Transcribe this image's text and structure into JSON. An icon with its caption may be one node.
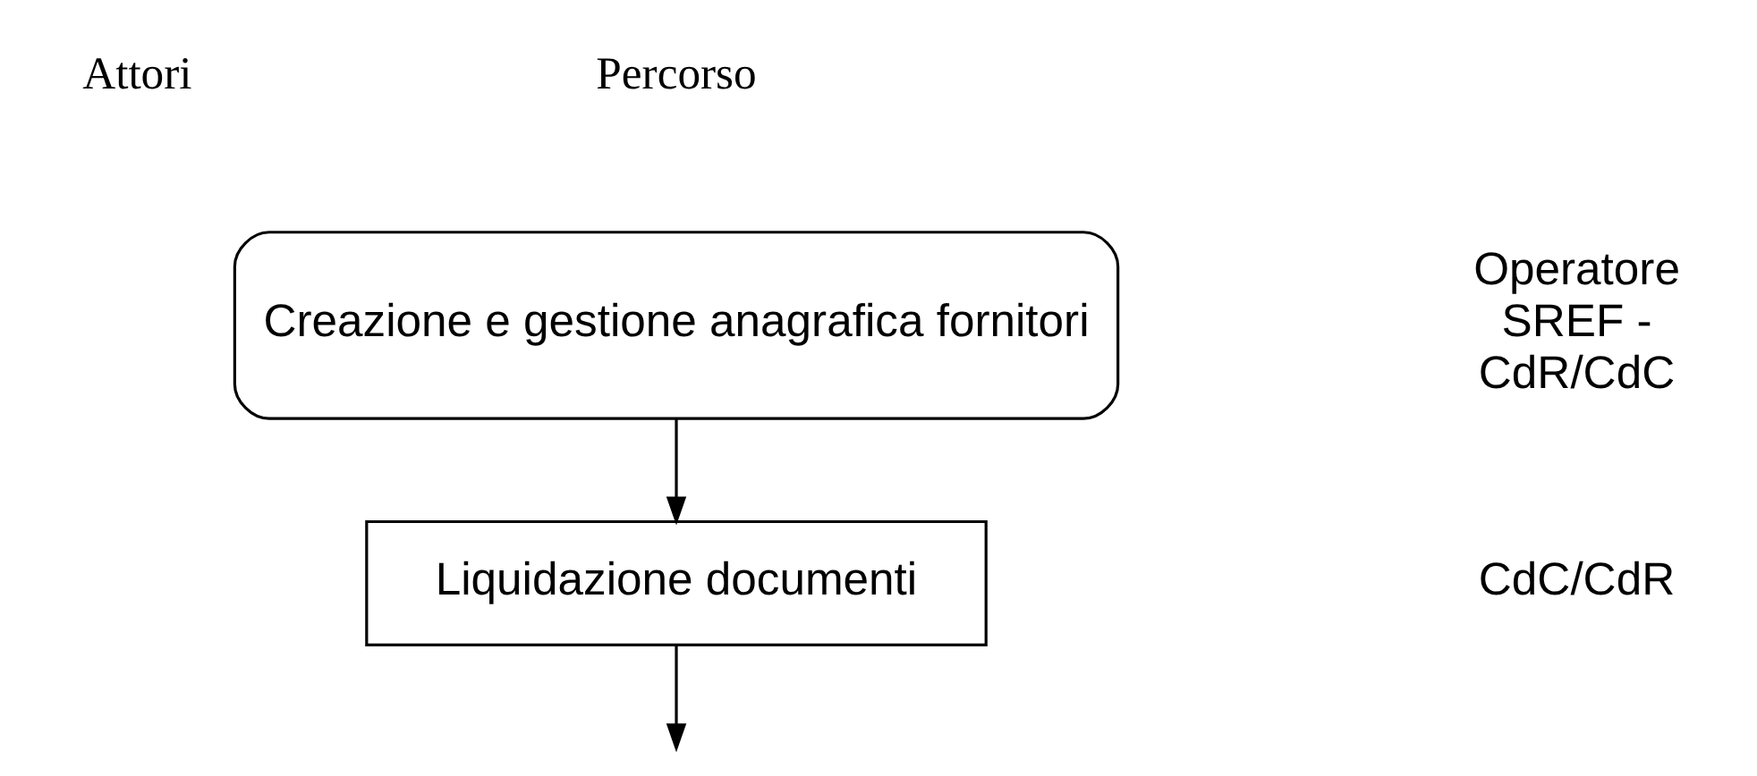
{
  "diagram": {
    "nodes": [
      {
        "text": [
          "Creazione e gestione anagrafica fornitori"
        ]
      },
      {
        "text": [
          "Liquidazione documenti"
        ]
      }
    ],
    "edges": [
      {
        "from": 0,
        "to": 1,
        "arrow": "to"
      },
      {
        "from": 1,
        "to": null,
        "arrow": "to"
      }
    ],
    "labels": [
      "Attori",
      "Percorso",
      "Operatore SREF - CdR/CdC",
      "CdC/CdR"
    ]
  }
}
